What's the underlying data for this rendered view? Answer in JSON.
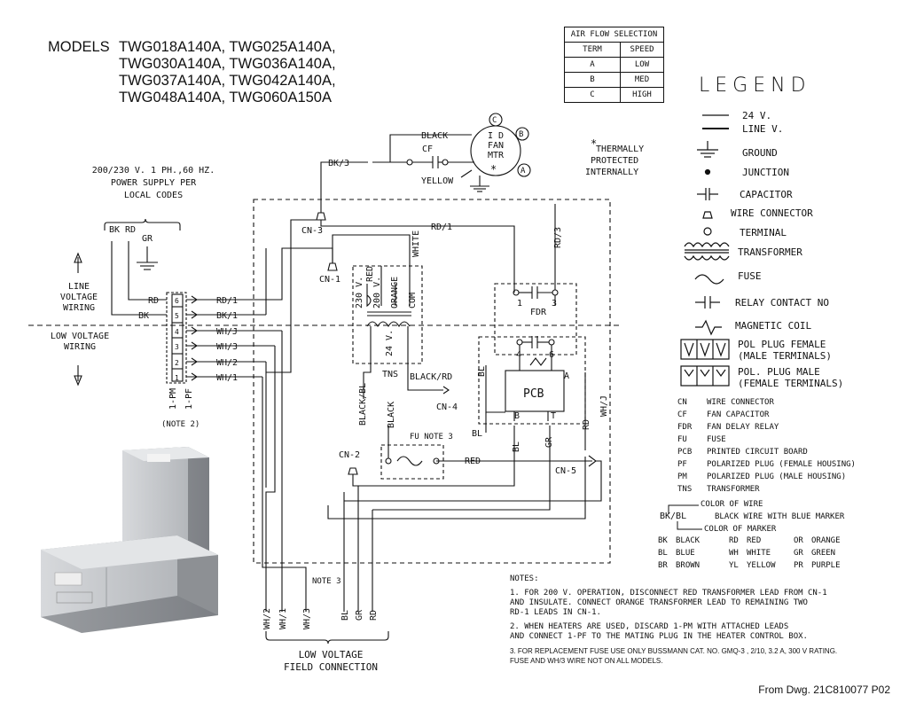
{
  "models": {
    "label": "MODELS",
    "lines": [
      "TWG018A140A, TWG025A140A,",
      "TWG030A140A, TWG036A140A,",
      "TWG037A140A, TWG042A140A,",
      "TWG048A140A, TWG060A150A"
    ]
  },
  "air_flow": {
    "title": "AIR FLOW SELECTION",
    "headers": [
      "TERM",
      "SPEED"
    ],
    "rows": [
      [
        "A",
        "LOW"
      ],
      [
        "B",
        "MED"
      ],
      [
        "C",
        "HIGH"
      ]
    ]
  },
  "legend": {
    "title": "LEGEND",
    "items": [
      "24 V.",
      "LINE V.",
      "GROUND",
      "JUNCTION",
      "CAPACITOR",
      "WIRE CONNECTOR",
      "TERMINAL",
      "TRANSFORMER",
      "FUSE",
      "RELAY CONTACT NO",
      "MAGNETIC COIL",
      "POL PLUG FEMALE",
      "(MALE TERMINALS)",
      "POL. PLUG MALE",
      "(FEMALE TERMINALS)"
    ],
    "abbreviations": [
      [
        "CN",
        "WIRE CONNECTOR"
      ],
      [
        "CF",
        "FAN CAPACITOR"
      ],
      [
        "FDR",
        "FAN DELAY RELAY"
      ],
      [
        "FU",
        "FUSE"
      ],
      [
        "PCB",
        "PRINTED CIRCUIT BOARD"
      ],
      [
        "PF",
        "POLARIZED PLUG (FEMALE HOUSING)"
      ],
      [
        "PM",
        "POLARIZED PLUG (MALE HOUSING)"
      ],
      [
        "TNS",
        "TRANSFORMER"
      ]
    ],
    "color_of_wire": "COLOR OF WIRE",
    "example_code": "BK/BL",
    "example_desc": "BLACK WIRE WITH BLUE MARKER",
    "color_of_marker": "COLOR OF MARKER",
    "colors": [
      [
        "BK",
        "BLACK",
        "RD",
        "RED",
        "OR",
        "ORANGE"
      ],
      [
        "BL",
        "BLUE",
        "WH",
        "WHITE",
        "GR",
        "GREEN"
      ],
      [
        "BR",
        "BROWN",
        "YL",
        "YELLOW",
        "PR",
        "PURPLE"
      ]
    ]
  },
  "power_supply": [
    "200/230 V. 1 PH.,60 HZ.",
    "POWER SUPPLY PER",
    "LOCAL CODES"
  ],
  "diagram": {
    "motor": [
      "I D",
      "FAN",
      "MTR"
    ],
    "thermal_note": [
      "THERMALLY",
      "PROTECTED",
      "INTERNALLY"
    ],
    "line_voltage": [
      "LINE",
      "VOLTAGE",
      "WIRING"
    ],
    "low_voltage": [
      "LOW VOLTAGE",
      "WIRING"
    ],
    "field_connection": [
      "LOW VOLTAGE",
      "FIELD CONNECTION"
    ],
    "plug_labels": [
      "1-PM",
      "1-PF"
    ],
    "note2": "(NOTE 2)",
    "note3": "NOTE 3",
    "fu_note": "FU NOTE 3"
  },
  "notes": {
    "title": "NOTES:",
    "n1": [
      "1. FOR 200 V. OPERATION, DISCONNECT RED TRANSFORMER LEAD FROM CN-1",
      "AND INSULATE. CONNECT ORANGE TRANSFORMER LEAD TO REMAINING TWO",
      "RD-1 LEADS IN CN-1."
    ],
    "n2": [
      "2. WHEN HEATERS ARE USED, DISCARD 1-PM WITH ATTACHED LEADS",
      "AND CONNECT 1-PF TO THE MATING PLUG IN THE HEATER CONTROL BOX."
    ],
    "n3": [
      "3. FOR REPLACEMENT FUSE USE ONLY BUSSMANN CAT. NO. GMQ-3 , 2/10, 3.2 A, 300 V RATING.",
      "FUSE AND WH/3 WIRE  NOT ON ALL MODELS."
    ]
  },
  "drawing_ref": "From Dwg. 21C810077 P02"
}
